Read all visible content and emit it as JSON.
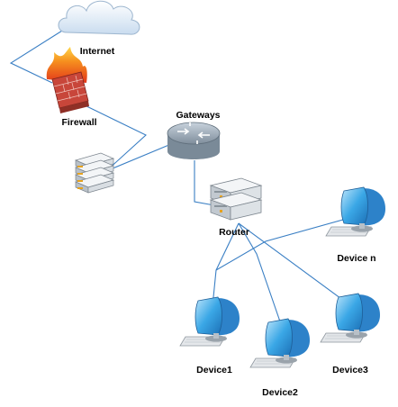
{
  "diagram": {
    "nodes": {
      "internet": {
        "label": "Internet",
        "icon": "cloud-icon"
      },
      "firewall": {
        "label": "Firewall",
        "icon": "firewall-icon"
      },
      "server": {
        "label": "",
        "icon": "server-stack-icon"
      },
      "gateways": {
        "label": "Gateways",
        "icon": "gateway-icon"
      },
      "router": {
        "label": "Router",
        "icon": "router-icon"
      },
      "device_n": {
        "label": "Device n",
        "icon": "computer-icon"
      },
      "device1": {
        "label": "Device1",
        "icon": "computer-icon"
      },
      "device2": {
        "label": "Device2",
        "icon": "computer-icon"
      },
      "device3": {
        "label": "Device3",
        "icon": "computer-icon"
      }
    },
    "colors": {
      "link": "#3a7fc4",
      "monitor": "#3aa7e6",
      "flame": "#f28a1e",
      "brick": "#c8463a",
      "metal": "#c9ced3"
    }
  }
}
